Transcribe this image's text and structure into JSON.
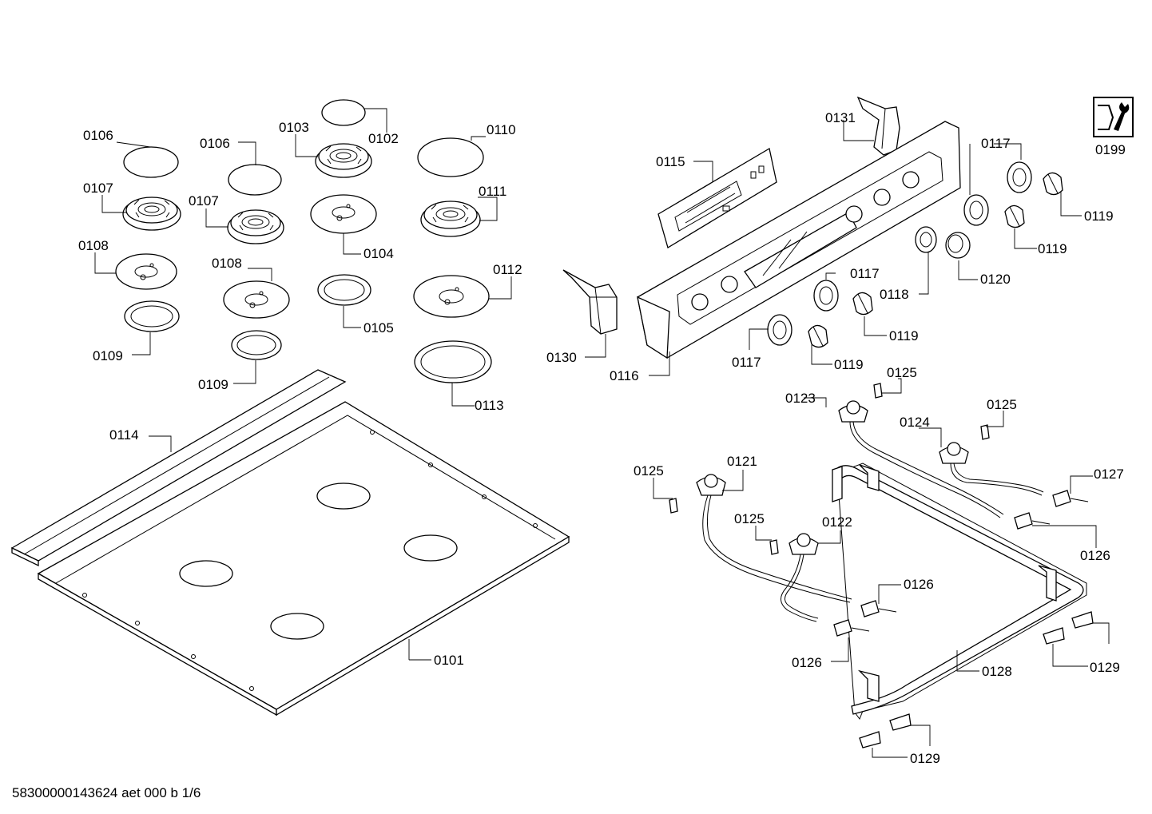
{
  "document_id": "58300000143624 aet 000 b 1/6",
  "service_icon": "wrench-tool-icon",
  "labels": {
    "p0101": "0101",
    "p0102": "0102",
    "p0103": "0103",
    "p0104": "0104",
    "p0105": "0105",
    "p0106a": "0106",
    "p0106b": "0106",
    "p0107a": "0107",
    "p0107b": "0107",
    "p0108a": "0108",
    "p0108b": "0108",
    "p0109a": "0109",
    "p0109b": "0109",
    "p0110": "0110",
    "p0111": "0111",
    "p0112": "0112",
    "p0113": "0113",
    "p0114": "0114",
    "p0115": "0115",
    "p0116": "0116",
    "p0117a": "0117",
    "p0117b": "0117",
    "p0117c": "0117",
    "p0118": "0118",
    "p0119a": "0119",
    "p0119b": "0119",
    "p0119c": "0119",
    "p0119d": "0119",
    "p0120": "0120",
    "p0121": "0121",
    "p0122": "0122",
    "p0123": "0123",
    "p0124": "0124",
    "p0125a": "0125",
    "p0125b": "0125",
    "p0125c": "0125",
    "p0126a": "0126",
    "p0126b": "0126",
    "p0126c": "0126",
    "p0127": "0127",
    "p0128": "0128",
    "p0129a": "0129",
    "p0129b": "0129",
    "p0130": "0130",
    "p0131": "0131",
    "p0199": "0199"
  }
}
